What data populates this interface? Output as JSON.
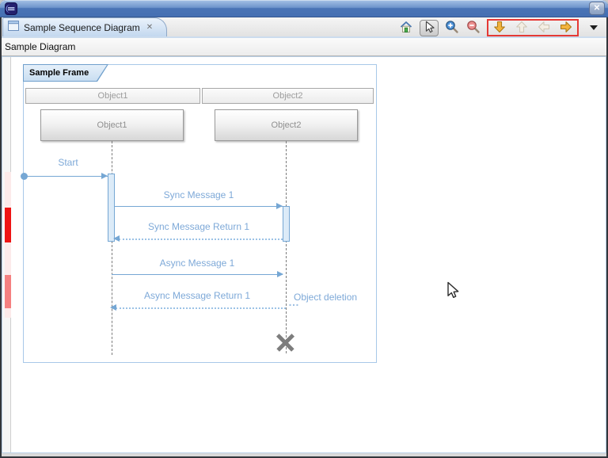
{
  "window": {
    "titlebar": {
      "close_glyph": "✕"
    }
  },
  "editor": {
    "tab": {
      "label": "Sample Sequence Diagram",
      "close_glyph": "✕"
    },
    "toolbar": {
      "highlight_color": "#e53935",
      "buttons": [
        {
          "name": "home",
          "icon": "home-icon",
          "enabled": true
        },
        {
          "name": "select",
          "icon": "cursor-arrow-icon",
          "enabled": true,
          "pressed": true
        },
        {
          "name": "zoom-in",
          "icon": "zoom-in-icon",
          "enabled": true
        },
        {
          "name": "zoom-out",
          "icon": "zoom-out-icon",
          "enabled": true
        },
        {
          "name": "scroll-down",
          "icon": "down-block-arrow-icon",
          "enabled": true,
          "highlighted": true
        },
        {
          "name": "scroll-up",
          "icon": "up-block-arrow-icon",
          "enabled": false,
          "highlighted": true
        },
        {
          "name": "back",
          "icon": "left-block-arrow-icon",
          "enabled": false,
          "highlighted": true
        },
        {
          "name": "forward",
          "icon": "right-block-arrow-icon",
          "enabled": true,
          "highlighted": true
        },
        {
          "name": "view-menu",
          "icon": "dropdown-triangle-icon",
          "enabled": true
        }
      ]
    }
  },
  "breadcrumb": {
    "label": "Sample Diagram"
  },
  "diagram": {
    "frame_label": "Sample Frame",
    "objects": [
      {
        "header": "Object1",
        "box": "Object1"
      },
      {
        "header": "Object2",
        "box": "Object2"
      }
    ],
    "messages": [
      {
        "label": "Start",
        "kind": "found-sync"
      },
      {
        "label": "Sync Message 1",
        "kind": "sync"
      },
      {
        "label": "Sync Message Return 1",
        "kind": "reply-dotted"
      },
      {
        "label": "Async Message 1",
        "kind": "async"
      },
      {
        "label": "Async Message Return 1",
        "kind": "reply-dotted"
      }
    ],
    "deletion": {
      "label": "Object deletion",
      "ellipsis": "…"
    },
    "colors": {
      "message_blue": "#76a7d4",
      "label_blue": "#7ea9d8",
      "frame_border": "#a8c8e8",
      "activation_fill": "#dcebf8"
    }
  },
  "ruler": {
    "band_color": "#fceaea",
    "markers": [
      {
        "color": "#ee1414"
      },
      {
        "color": "#f58080"
      }
    ]
  }
}
